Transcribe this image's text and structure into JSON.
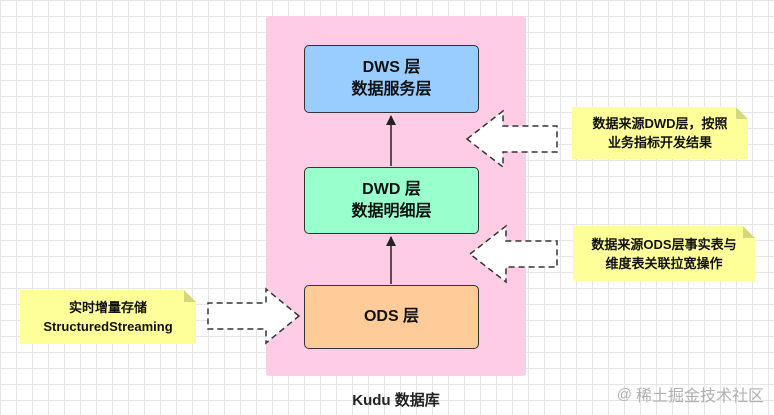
{
  "colors": {
    "container": "#ffcce6",
    "dws": "#99ccff",
    "dwd": "#99ffcc",
    "ods": "#ffcc99",
    "note": "#ffff99"
  },
  "layers": {
    "dws": {
      "name": "DWS 层",
      "desc": "数据服务层"
    },
    "dwd": {
      "name": "DWD 层",
      "desc": "数据明细层"
    },
    "ods": {
      "name": "ODS 层"
    }
  },
  "notes": {
    "dws_source": [
      "数据来源DWD层，按照",
      "业务指标开发结果"
    ],
    "dwd_source": [
      "数据来源ODS层事实表与",
      "维度表关联拉宽操作"
    ],
    "ods_source": [
      "实时增量存储",
      "StructuredStreaming"
    ]
  },
  "database": {
    "label": "Kudu 数据库"
  },
  "watermark": {
    "text": "稀土掘金技术社区",
    "icon": "at-sign-icon"
  }
}
